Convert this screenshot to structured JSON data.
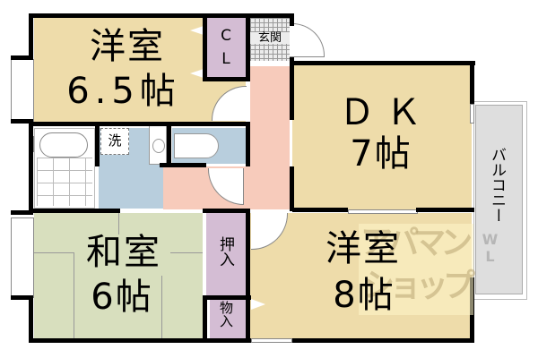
{
  "floor_plan": {
    "rooms": [
      {
        "id": "western-room-1",
        "name": "洋室",
        "size": "6.5帖",
        "color": "#EEDCAA"
      },
      {
        "id": "dk",
        "name": "ＤＫ",
        "size": "7帖",
        "color": "#EEDCAA"
      },
      {
        "id": "japanese-room",
        "name": "和室",
        "size": "6帖",
        "color": "#D8DFBE"
      },
      {
        "id": "western-room-2",
        "name": "洋室",
        "size": "8帖",
        "color": "#EEDCAA"
      }
    ],
    "closet_cl": {
      "line1": "C",
      "line2": "L",
      "color": "#D4BDD4"
    },
    "entrance": {
      "label": "玄関"
    },
    "washroom": {
      "label": "洗",
      "color": "#B8CEDD"
    },
    "oshiire": {
      "label": "押入",
      "color": "#D4BDD4"
    },
    "storage": {
      "label": "物入",
      "color": "#D4BDD4"
    },
    "balcony": {
      "label": "バルコニー",
      "color": "#DEDEDE"
    },
    "hallway": {
      "color": "#F7CBBB"
    },
    "watermark": {
      "line1": "アパマン",
      "line2": "ショップ",
      "mark": "WL"
    }
  }
}
